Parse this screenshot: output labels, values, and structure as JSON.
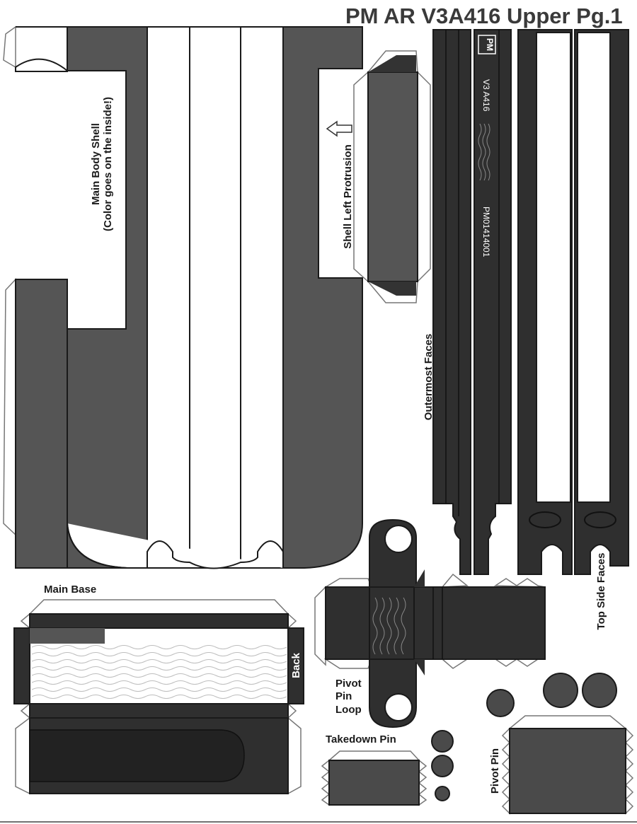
{
  "title": "PM AR V3A416 Upper Pg.1",
  "labels": {
    "main_body_shell_line1": "Main Body Shell",
    "main_body_shell_line2": "(Color goes on the inside!)",
    "shell_left_protrusion": "Shell Left Protrusion",
    "outermost_faces": "Outermost Faces",
    "top_side_faces": "Top Side Faces",
    "main_base": "Main Base",
    "back": "Back",
    "pivot_pin_loop_1": "Pivot",
    "pivot_pin_loop_2": "Pin",
    "pivot_pin_loop_3": "Loop",
    "takedown_pin": "Takedown Pin",
    "pivot_pin": "Pivot Pin"
  },
  "strip_text": {
    "logo": "PM",
    "model": "V3 A416",
    "serial": "PM01414001"
  },
  "colors": {
    "dark": "#2f2f2f",
    "medium": "#555555",
    "black": "#111111",
    "title": "#3a3a3a"
  }
}
